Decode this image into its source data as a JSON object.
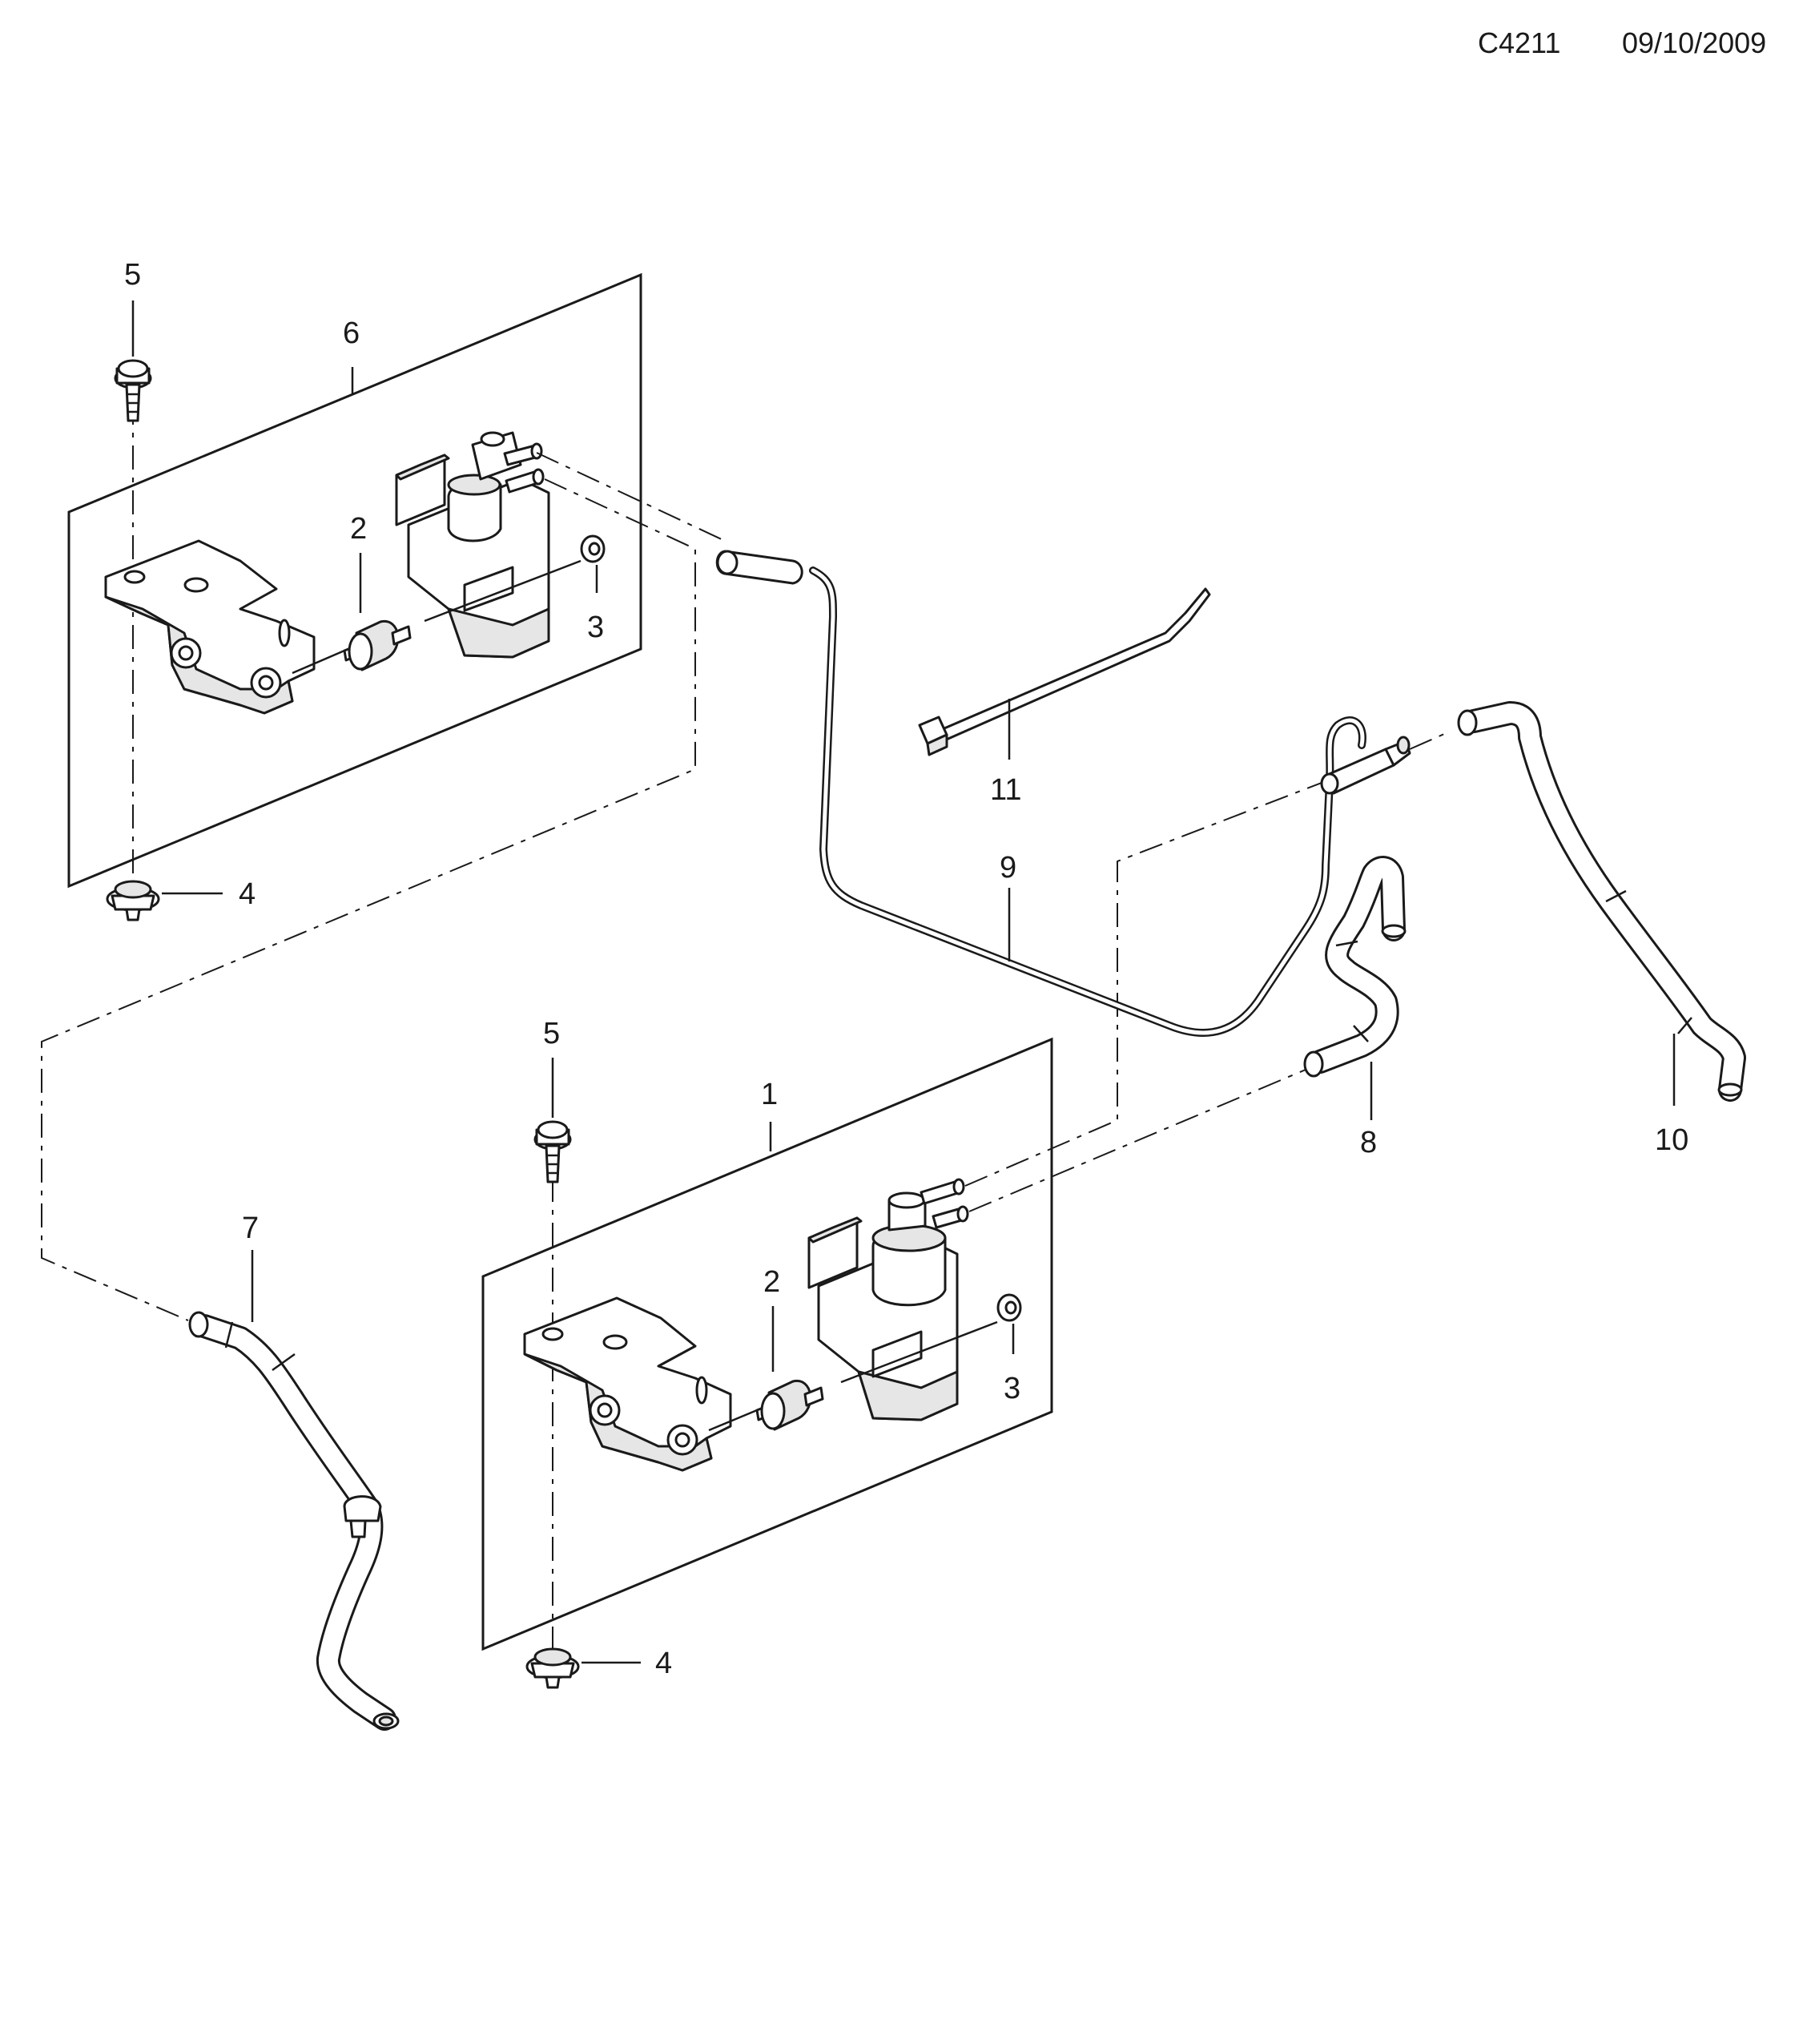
{
  "header": {
    "code": "C4211",
    "date": "09/10/2009"
  },
  "callouts": {
    "upper_assembly": "6",
    "lower_assembly": "1",
    "upper_damper": "2",
    "upper_nut": "3",
    "upper_clip": "4",
    "upper_bolt": "5",
    "lower_damper": "2",
    "lower_nut": "3",
    "lower_clip": "4",
    "lower_bolt": "5",
    "hose_left": "7",
    "hose_center": "8",
    "pipe_long": "9",
    "hose_right": "10",
    "cable_tie": "11"
  }
}
